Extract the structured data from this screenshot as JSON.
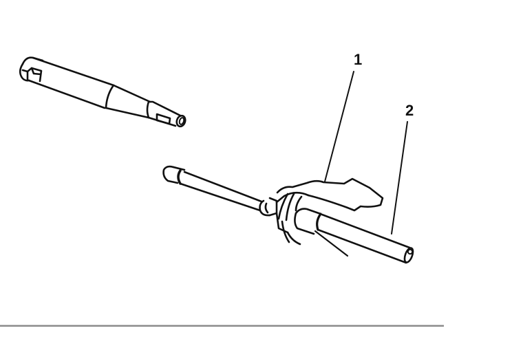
{
  "figure": {
    "description": "Exploded line drawing of a tool and shaft assembly with numbered callouts",
    "callouts": [
      {
        "number": "1",
        "target": "fork / lever bracket"
      },
      {
        "number": "2",
        "target": "shaft / rod"
      }
    ],
    "parts": [
      {
        "name": "installer-tool",
        "label": ""
      },
      {
        "name": "threaded-rod-with-nut",
        "label": ""
      },
      {
        "name": "lever-fork",
        "label": "1"
      },
      {
        "name": "shaft",
        "label": "2"
      }
    ]
  },
  "colors": {
    "line": "#111111",
    "background": "#ffffff",
    "divider": "#8a8a8a"
  }
}
